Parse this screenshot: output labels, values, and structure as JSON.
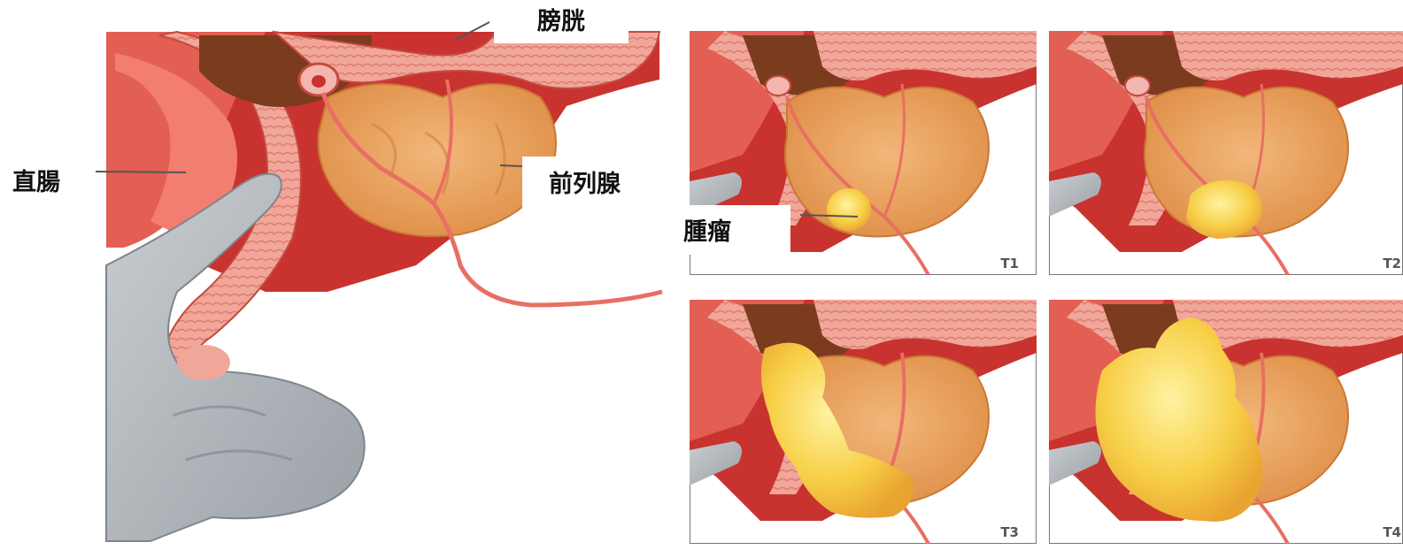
{
  "main_illustration": {
    "labels": {
      "bladder": "膀胱",
      "rectum": "直腸",
      "prostate": "前列腺",
      "tumor": "腫瘤"
    }
  },
  "stage_panels": [
    {
      "stage": "T1"
    },
    {
      "stage": "T2"
    },
    {
      "stage": "T3"
    },
    {
      "stage": "T4"
    }
  ],
  "colors": {
    "tissue_red": "#c8332f",
    "tissue_pink": "#f0a79a",
    "prostate_orange": "#e9a25c",
    "tumor_yellow": "#f7cf47",
    "glove_gray": "#aeb3b8",
    "bladder_brown": "#7b3b1f"
  }
}
